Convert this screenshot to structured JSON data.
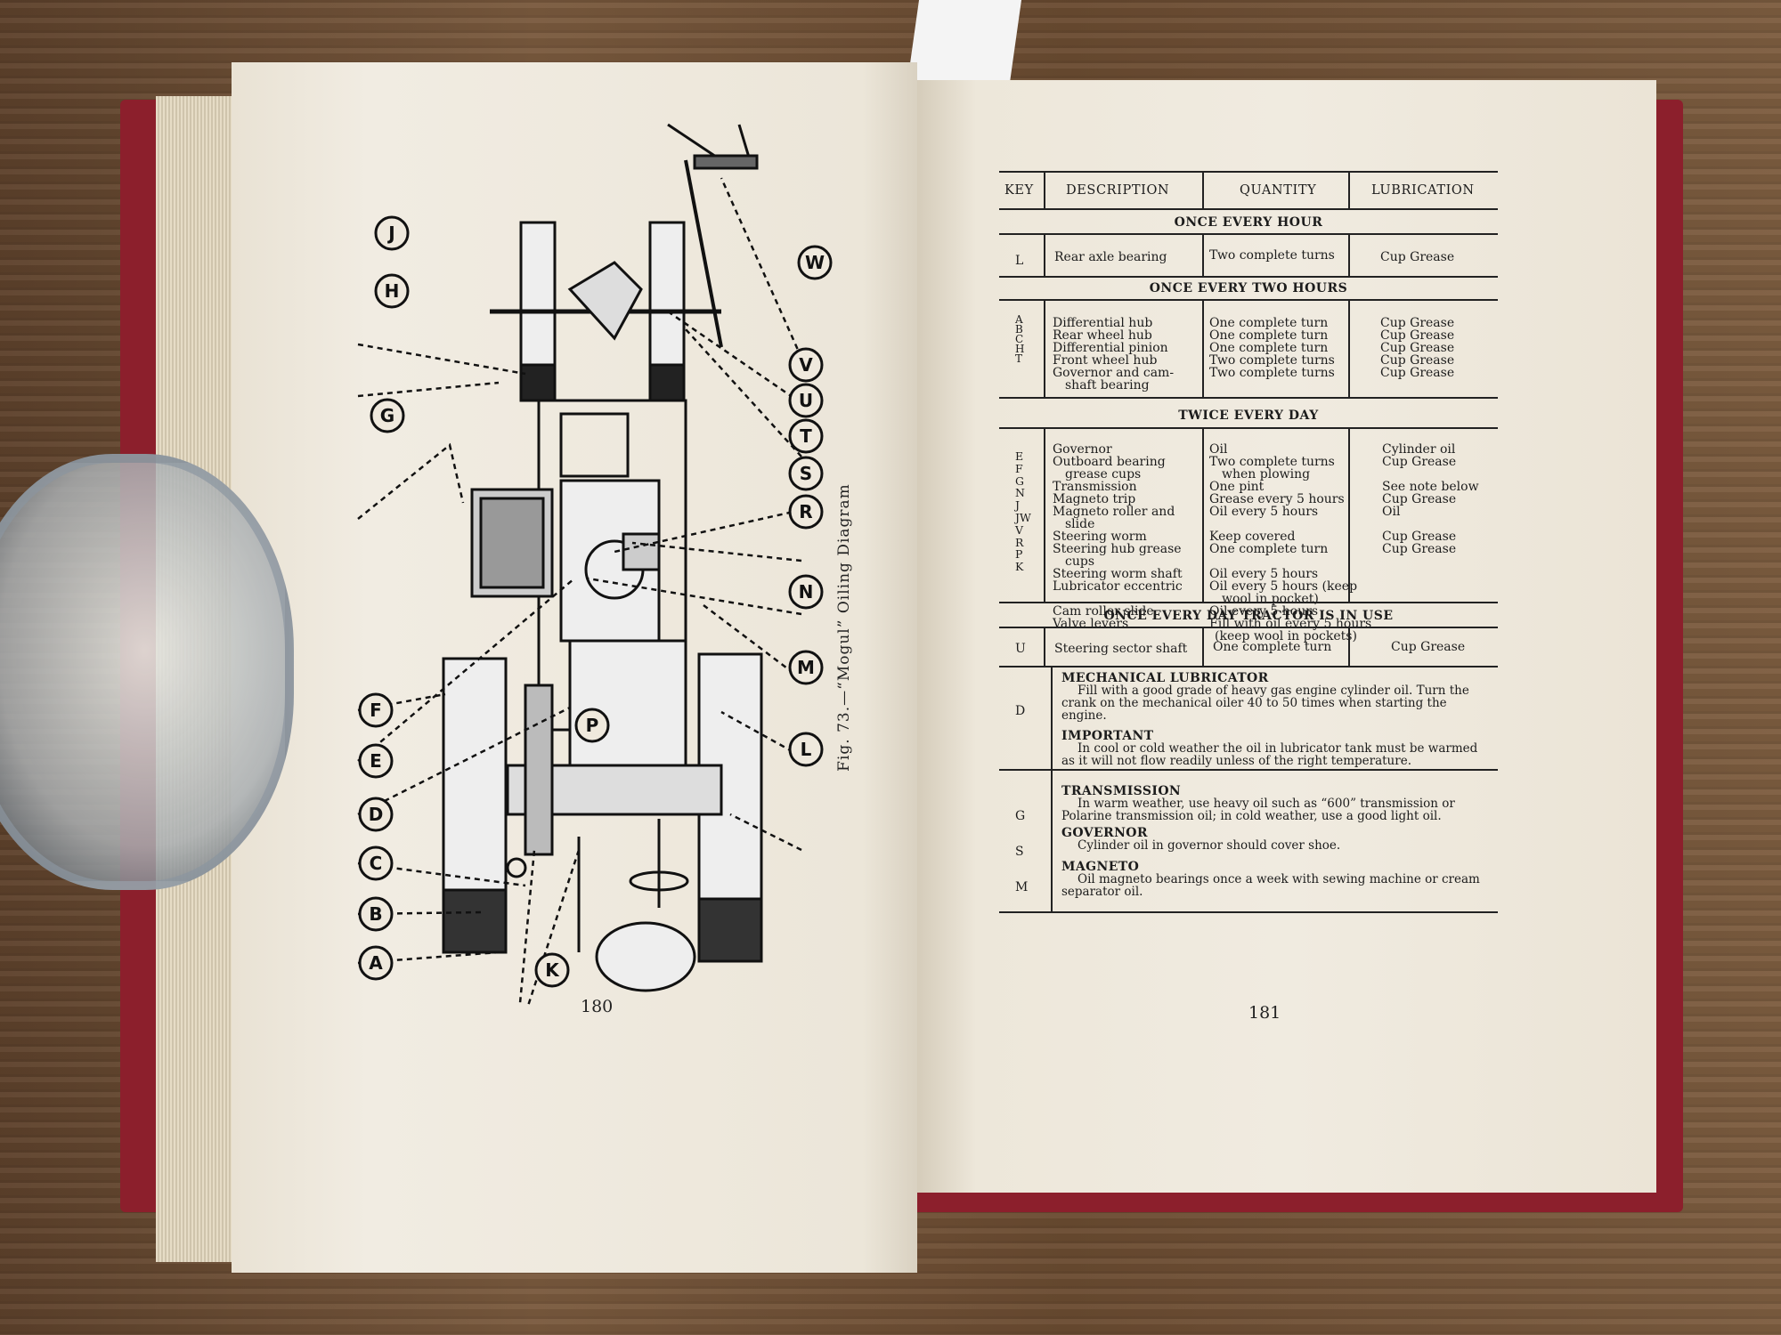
{
  "left_page": {
    "page_number": "180",
    "figure_caption": "Fig. 73.—“Mogul” Oiling Diagram",
    "callout_labels": [
      "A",
      "B",
      "C",
      "D",
      "E",
      "F",
      "G",
      "H",
      "J",
      "K",
      "L",
      "M",
      "N",
      "P",
      "R",
      "S",
      "T",
      "U",
      "V",
      "W"
    ]
  },
  "right_page": {
    "page_number": "181",
    "table": {
      "headers": {
        "key": "KEY",
        "description": "DESCRIPTION",
        "quantity": "QUANTITY",
        "lubrication": "LUBRICATION"
      },
      "sections": [
        {
          "title": "ONCE EVERY HOUR",
          "keys": [
            "L"
          ],
          "descriptions": [
            "Rear axle bearing"
          ],
          "quantities": [
            "Two complete turns"
          ],
          "lubrications": [
            "Cup Grease"
          ]
        },
        {
          "title": "ONCE EVERY TWO HOURS",
          "keys": [
            "A",
            "B",
            "C",
            "H",
            "T"
          ],
          "descriptions": [
            "Differential hub",
            "Rear wheel hub",
            "Differential pinion",
            "Front wheel hub",
            "Governor and cam-",
            "  shaft bearing"
          ],
          "quantities": [
            "One complete turn",
            "One complete turn",
            "One complete turn",
            "Two complete turns",
            "Two complete turns"
          ],
          "lubrications": [
            "Cup Grease",
            "Cup Grease",
            "Cup Grease",
            "Cup Grease",
            "Cup Grease"
          ]
        },
        {
          "title": "TWICE EVERY DAY",
          "keys": [
            "E",
            "F",
            "",
            "G",
            "N",
            "",
            "J",
            "JW",
            "",
            "V",
            "R",
            "",
            "P",
            "K"
          ],
          "descriptions": [
            "Governor",
            "Outboard bearing",
            "  grease cups",
            "Transmission",
            "Magneto trip",
            "Magneto roller and",
            "  slide",
            "Steering worm",
            "Steering hub grease",
            "  cups",
            "Steering worm shaft",
            "Lubricator eccentric",
            "",
            "Cam roller slide",
            "Valve levers"
          ],
          "quantities": [
            "Oil",
            "Two complete turns",
            "  when plowing",
            "One pint",
            "Grease every 5 hours",
            "Oil every 5 hours",
            "",
            "Keep covered",
            "One complete turn",
            "",
            "Oil every 5 hours",
            "Oil every 5 hours (keep",
            "  wool in pocket)",
            "Oil every 5 hours",
            "Fill with oil every 5 hours",
            "  (keep wool in pockets)"
          ],
          "lubrications": [
            "Cylinder oil",
            "Cup Grease",
            "",
            "See note below",
            "Cup Grease",
            "Oil",
            "",
            "Cup Grease",
            "Cup Grease"
          ]
        },
        {
          "title": "ONCE EVERY DAY TRACTOR IS IN USE",
          "keys": [
            "U"
          ],
          "descriptions": [
            "Steering sector shaft"
          ],
          "quantities": [
            "One complete turn"
          ],
          "lubrications": [
            "Cup Grease"
          ]
        }
      ],
      "notes": [
        {
          "key": "D",
          "title": "MECHANICAL LUBRICATOR",
          "lines": [
            "Fill with a good grade of heavy gas engine cylinder oil.  Turn the",
            "crank on the mechanical oiler 40 to 50 times when starting the",
            "engine."
          ]
        },
        {
          "key": "",
          "title": "IMPORTANT",
          "lines": [
            "In cool or cold weather the oil in lubricator tank must be warmed",
            "as it will not flow readily unless of the right temperature."
          ]
        },
        {
          "key": "G",
          "title": "TRANSMISSION",
          "lines": [
            "In warm weather, use heavy oil such as “600” transmission or",
            "Polarine transmission oil; in cold weather, use a good light oil."
          ]
        },
        {
          "key": "S",
          "title": "GOVERNOR",
          "lines": [
            "Cylinder oil in governor should cover shoe."
          ]
        },
        {
          "key": "M",
          "title": "MAGNETO",
          "lines": [
            "Oil magneto bearings once a week with sewing machine or cream",
            "separator oil."
          ]
        }
      ]
    }
  }
}
